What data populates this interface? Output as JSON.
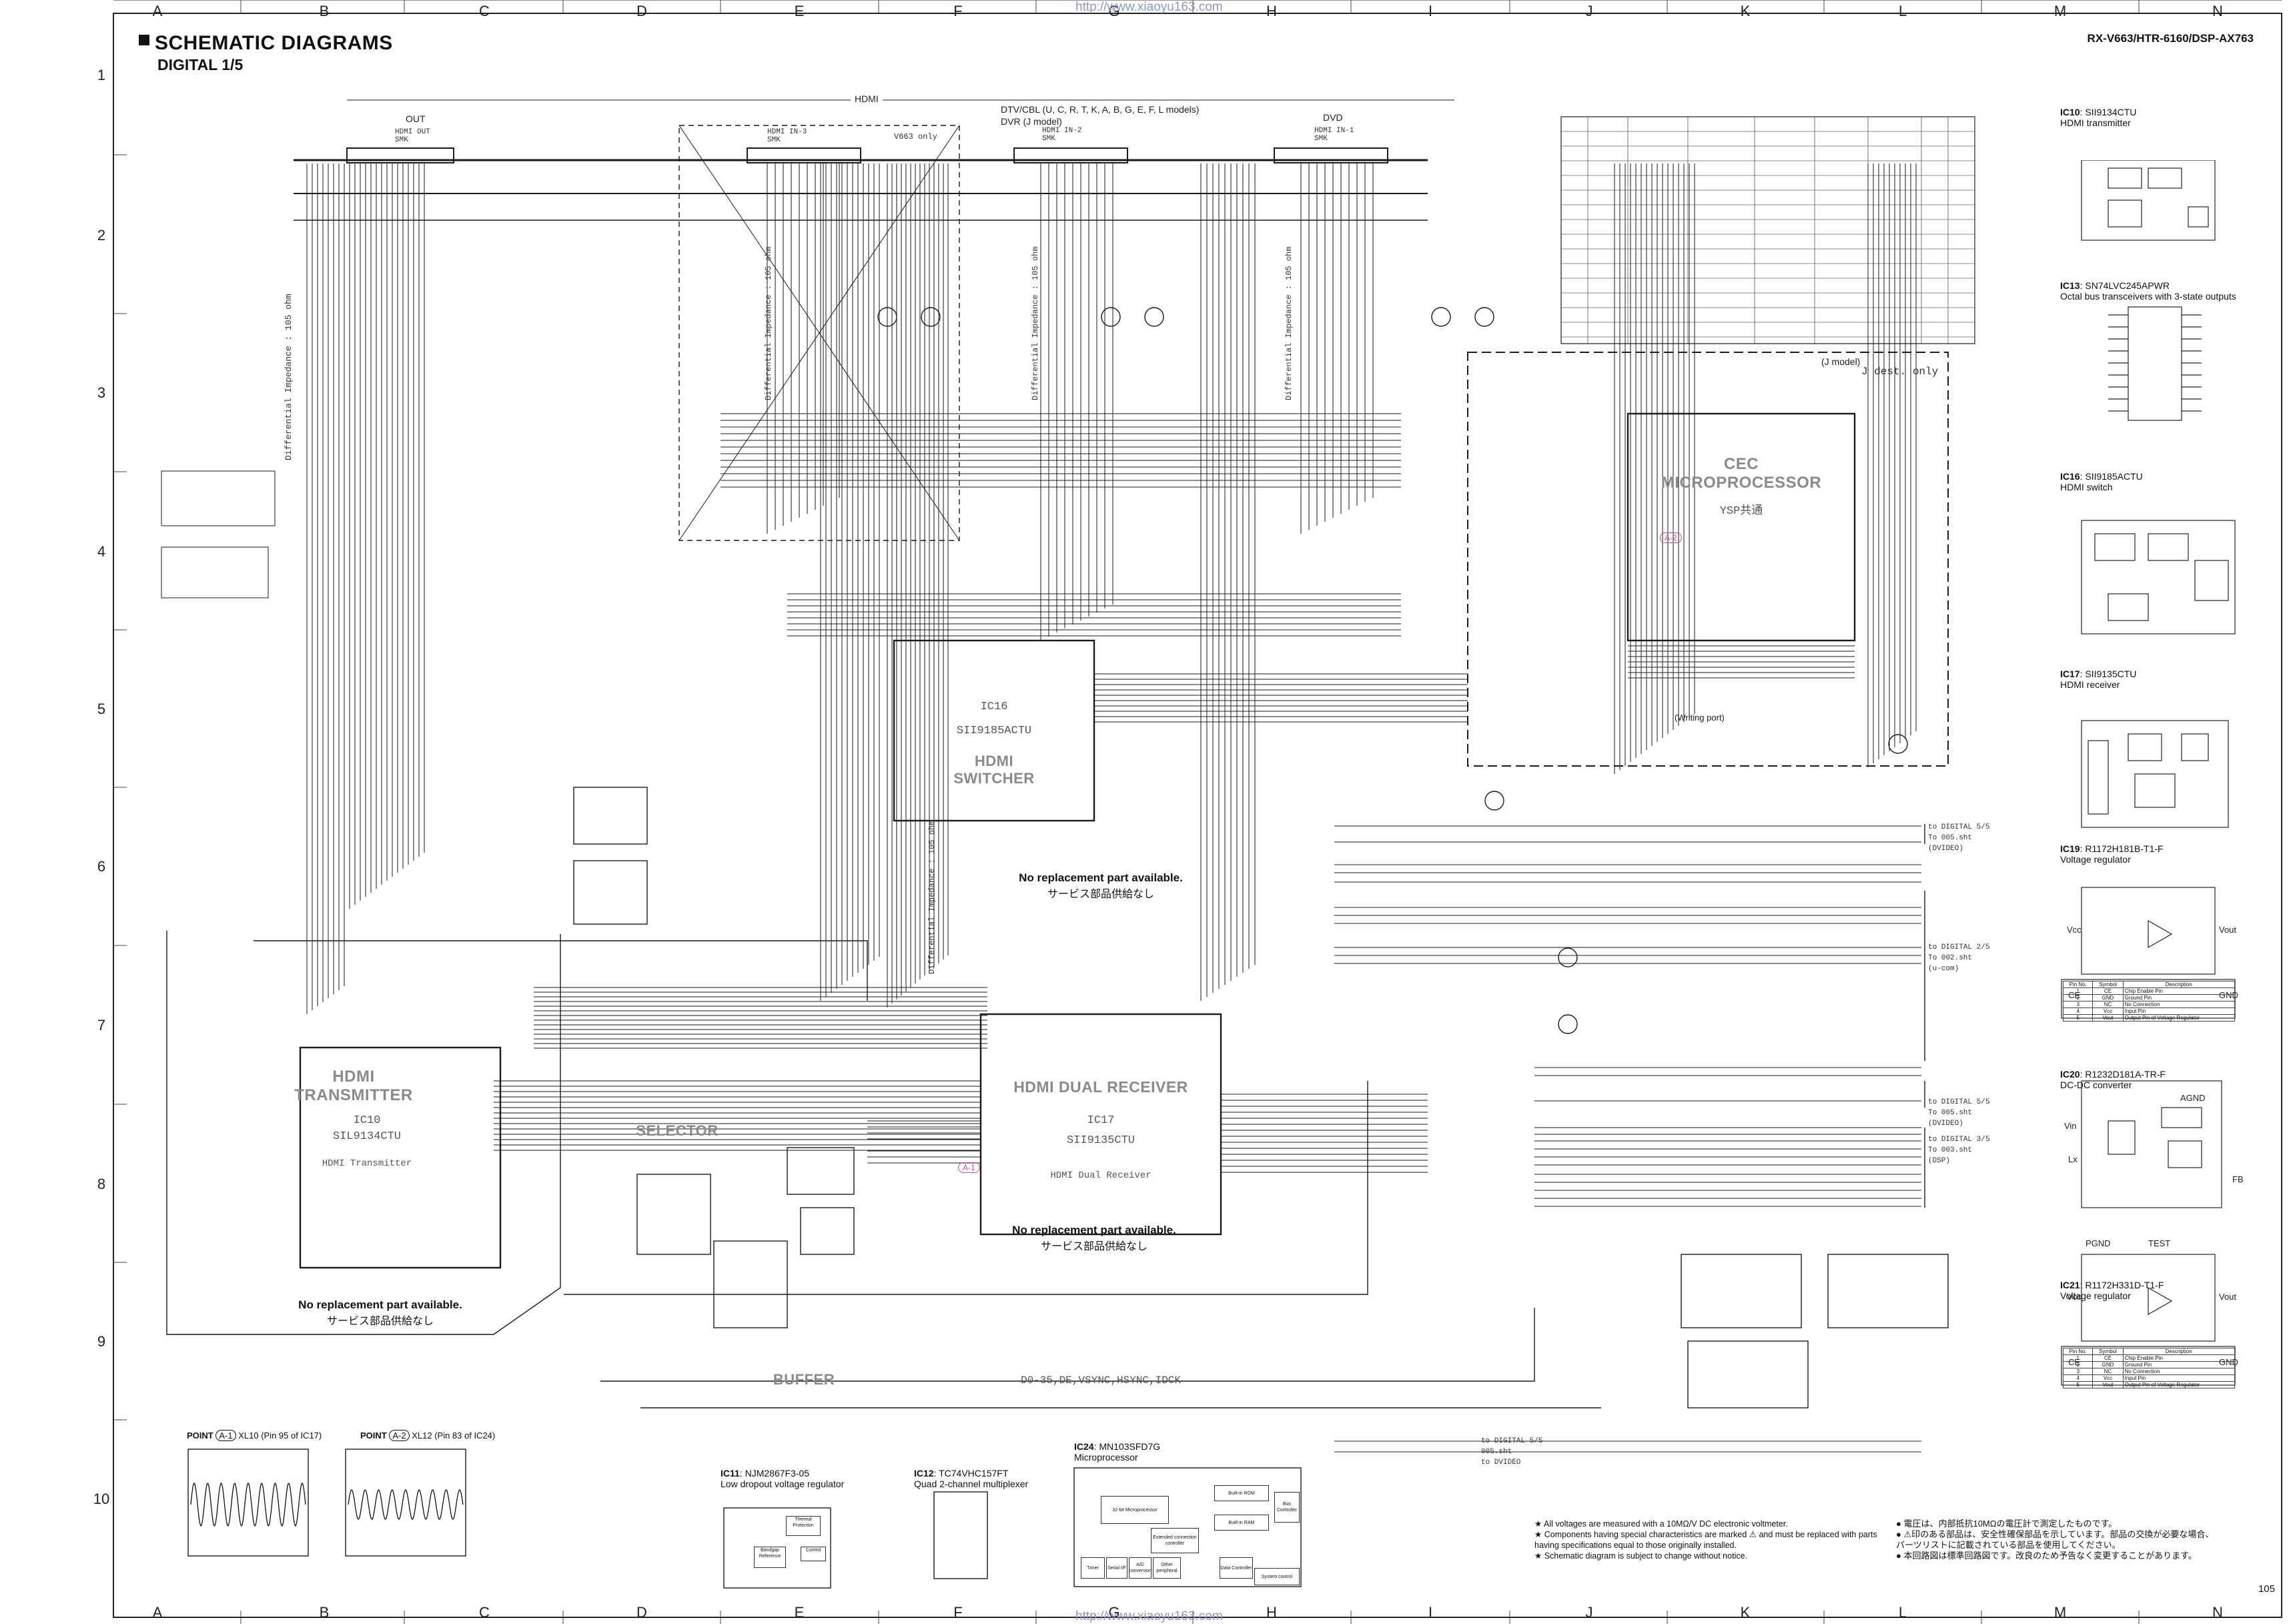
{
  "header": {
    "title": "SCHEMATIC DIAGRAMS",
    "subtitle": "DIGITAL 1/5",
    "model": "RX-V663/HTR-6160/DSP-AX763",
    "url_top": "http://www.xiaoyu163.com",
    "url_bottom": "http://www.xiaoyu163.com",
    "page_number": "105"
  },
  "grid": {
    "columns": [
      "A",
      "B",
      "C",
      "D",
      "E",
      "F",
      "G",
      "H",
      "I",
      "J",
      "K",
      "L",
      "M",
      "N"
    ],
    "rows": [
      "1",
      "2",
      "3",
      "4",
      "5",
      "6",
      "7",
      "8",
      "9",
      "10"
    ]
  },
  "connector_labels": {
    "hdmi_bus": "HDMI",
    "out": "OUT",
    "out_sub": "HDMI OUT\nSMK",
    "in3": "HDMI IN-3\nSMK",
    "v663_only": "V663 only",
    "dtv_cbl": "DTV/CBL (U, C, R, T, K, A, B, G, E, F, L models)",
    "dvr": "DVR (J model)",
    "in2": "HDMI IN-2\nSMK",
    "dvd": "DVD",
    "in1": "HDMI IN-1\nSMK",
    "diff_imp": "Differential Impedance : 105 ohm"
  },
  "blocks": {
    "cec_title": "CEC\nMICROPROCESSOR",
    "cec_sub": "YSP共通",
    "j_model": "(J model)",
    "j_dest": "J dest. only",
    "writing_port": "(Writing port)",
    "ic16": "IC16",
    "ic16_part": "SII9185ACTU",
    "hdmi_switcher": "HDMI\nSWITCHER",
    "hdmi_transmitter": "HDMI\nTRANSMITTER",
    "ic10": "IC10",
    "ic10_part": "SIL9134CTU",
    "ic10_desc": "HDMI Transmitter",
    "selector": "SELECTOR",
    "buffer": "BUFFER",
    "hdmi_dual_receiver": "HDMI DUAL RECEIVER",
    "ic17": "IC17",
    "ic17_part": "SII9135CTU",
    "ic17_desc": "HDMI Dual Receiver",
    "bus_label": "D0-35,DE,VSYNC,HSYNC,IDCK",
    "point_a1": "A-1",
    "point_a2": "A-2"
  },
  "warnings": [
    {
      "en": "No replacement part available.",
      "jp": "サービス部品供給なし"
    },
    {
      "en": "No replacement part available.",
      "jp": "サービス部品供給なし"
    },
    {
      "en": "No replacement part available.",
      "jp": "サービス部品供給なし"
    }
  ],
  "right_destinations": [
    {
      "to": "to DIGITAL 5/5",
      "file": "To 005.sht",
      "dest": "(DVIDEO)"
    },
    {
      "to": "to DIGITAL 2/5",
      "file": "To 002.sht",
      "dest": "(u-com)"
    },
    {
      "to": "to DIGITAL 5/5",
      "file": "To 005.sht",
      "dest": "(DVIDEO)"
    },
    {
      "to": "to DIGITAL 3/5",
      "file": "To 003.sht",
      "dest": "(DSP)"
    },
    {
      "to": "to DIGITAL 5/5",
      "file": "005.sht",
      "dest": "to DVIDEO"
    }
  ],
  "side_ics": [
    {
      "ref": "IC10",
      "part": "SII9134CTU",
      "desc": "HDMI transmitter"
    },
    {
      "ref": "IC13",
      "part": "SN74LVC245APWR",
      "desc": "Octal bus transceivers with 3-state outputs"
    },
    {
      "ref": "IC16",
      "part": "SII9185ACTU",
      "desc": "HDMI switch"
    },
    {
      "ref": "IC17",
      "part": "SII9135CTU",
      "desc": "HDMI receiver"
    },
    {
      "ref": "IC19",
      "part": "R1172H181B-T1-F",
      "desc": "Voltage regulator"
    },
    {
      "ref": "IC20",
      "part": "R1232D181A-TR-F",
      "desc": "DC-DC converter"
    },
    {
      "ref": "IC21",
      "part": "R1172H331D-T1-F",
      "desc": "Voltage regulator"
    }
  ],
  "regulator_pins": {
    "vcc": "Vcc",
    "vout": "Vout",
    "ce": "CE",
    "gnd": "GND",
    "agnd": "AGND",
    "vin": "Vin",
    "lx": "Lx",
    "fb": "FB",
    "pgnd": "PGND",
    "test": "TEST"
  },
  "pin_table": {
    "headers": [
      "Pin No.",
      "Symbol",
      "Description"
    ],
    "rows": [
      [
        "1",
        "CE",
        "Chip Enable Pin"
      ],
      [
        "2",
        "GND",
        "Ground Pin"
      ],
      [
        "3",
        "NC",
        "No Connection"
      ],
      [
        "4",
        "Vcc",
        "Input Pin"
      ],
      [
        "5",
        "Vout",
        "Output Pin of Voltage Regulator"
      ]
    ]
  },
  "bottom_ics": [
    {
      "ref": "IC11",
      "part": "NJM2867F3-05",
      "desc": "Low dropout voltage regulator"
    },
    {
      "ref": "IC12",
      "part": "TC74VHC157FT",
      "desc": "Quad 2-channel multiplexer"
    },
    {
      "ref": "IC24",
      "part": "MN103SFD7G",
      "desc": "Microprocessor"
    }
  ],
  "ic24_blocks": [
    "Built-in ROM",
    "Built-in RAM",
    "32-bit Microprocessor",
    "Bus Controller",
    "Extended connection controller",
    "Timer",
    "Serial I/F",
    "A/D conversion",
    "Other peripheral",
    "Data Controller",
    "System control"
  ],
  "ic11_blocks": [
    "Thermal Protection",
    "Bandgap Reference",
    "Control"
  ],
  "points": [
    {
      "name": "POINT",
      "id": "A-1",
      "desc": "XL10 (Pin 95 of IC17)"
    },
    {
      "name": "POINT",
      "id": "A-2",
      "desc": "XL12 (Pin 83 of IC24)"
    }
  ],
  "notes_en": [
    "All voltages are measured with a 10MΩ/V DC electronic voltmeter.",
    "Components having special characteristics are marked ⚠ and must be replaced with parts having specifications equal to those originally installed.",
    "Schematic diagram is subject to change without notice."
  ],
  "notes_jp": [
    "電圧は、内部抵抗10MΩの電圧計で測定したものです。",
    "⚠印のある部品は、安全性確保部品を示しています。部品の交換が必要な場合、パーツリストに記載されている部品を使用してください。",
    "本回路図は標準回路図です。改良のため予告なく変更することがあります。"
  ]
}
